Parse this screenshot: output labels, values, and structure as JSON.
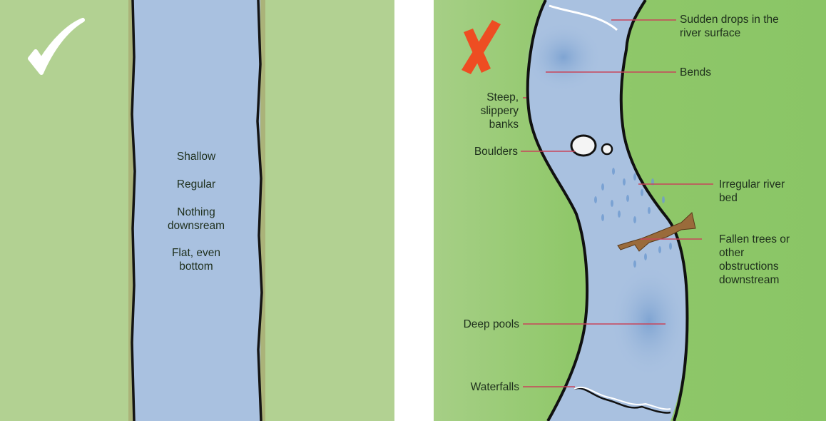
{
  "good_panel": {
    "mark": "check-icon",
    "labels": [
      "Shallow",
      "Regular",
      "Nothing downsream",
      "Flat, even bottom"
    ]
  },
  "bad_panel": {
    "mark": "cross-icon",
    "labels": {
      "sudden_drops": "Sudden drops in the river surface",
      "bends": "Bends",
      "steep_banks": "Steep, slippery banks",
      "boulders": "Boulders",
      "irregular_bed": "Irregular river bed",
      "fallen_trees": "Fallen trees or other obstructions downstream",
      "deep_pools": "Deep pools",
      "waterfalls": "Waterfalls"
    }
  },
  "colors": {
    "grass_left": "#b2d192",
    "grass_right": "#8ec66a",
    "water": "#a9c1e0",
    "leader": "#c8455a",
    "cross": "#ee4d22"
  }
}
